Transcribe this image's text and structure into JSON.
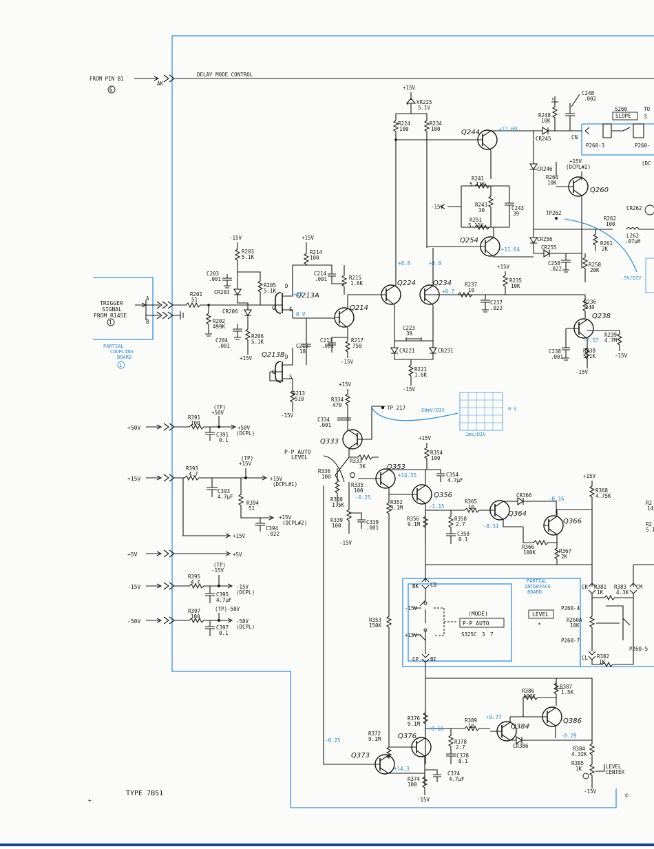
{
  "page": {
    "model": "TYPE 7B51",
    "copyright_mark": "©"
  },
  "inputs": {
    "from_pin": "FROM PIN B1",
    "from_pin_num": "6",
    "pin_ak": "AK",
    "delay_mode": "DELAY MODE CONTROL",
    "trigger": [
      "TRIGGER",
      "SIGNAL",
      "FROM R145E"
    ],
    "trigger_num": "1",
    "partial_coupling": [
      "PARTIAL",
      "COUPLING",
      "BOARD"
    ],
    "partial_coupling_num": "1",
    "pin_a": "A",
    "pin_b": "B"
  },
  "supplies": {
    "p50": "+50V",
    "p15": "+15V",
    "p5": "+5V",
    "m15": "-15V",
    "m50": "-50V",
    "p50_out": "+50V",
    "p50_dcpl": "(DCPL)",
    "p50_tp": "(TP)",
    "p50_tp_v": "+50V",
    "p15_tp": "(TP)",
    "p15_tp_v": "+15V",
    "p15_out1": "+15V",
    "p15_dcpl1": "(DCPL#1)",
    "p15_out2": "+15V",
    "p15_dcpl2": "(DCPL#2)",
    "p15_plain": "+15V",
    "p5_out": "+5V",
    "m15_tp": "(TP)",
    "m15_tp_v": "-15V",
    "m15_out": "-15V",
    "m15_dcpl": "(DCPL)",
    "m50_tp": "(TP)-50V",
    "m50_out": "-50V",
    "m50_dcpl": "(DCPL)"
  },
  "components": {
    "R201": [
      "R201",
      "51"
    ],
    "R202": [
      "R202",
      "499K"
    ],
    "R203": [
      "R203",
      "5.1K"
    ],
    "R205": [
      "R205",
      "5.1K"
    ],
    "R206": [
      "R206",
      "5.1K"
    ],
    "R213": [
      "R213",
      "510"
    ],
    "R214": [
      "R214",
      "100"
    ],
    "R215": [
      "R215",
      "1.6K"
    ],
    "R217": [
      "R217",
      "750"
    ],
    "C203": [
      "C203",
      ".001"
    ],
    "C204": [
      "C204",
      ".001"
    ],
    "C214": [
      "C214",
      ".001"
    ],
    "C215": [
      "C215",
      "18"
    ],
    "C217": [
      "C217",
      ".001"
    ],
    "CR203": "CR203",
    "CR206": "CR206",
    "R224": [
      "R224",
      "100"
    ],
    "R234": [
      "R234",
      "100"
    ],
    "VR225": [
      "VR225",
      "5.1V"
    ],
    "R221": [
      "R221",
      "1.6K"
    ],
    "C223": [
      "C223",
      "39"
    ],
    "CR221": "CR221",
    "CR231": "CR231",
    "R237": [
      "R237",
      "10"
    ],
    "C237": [
      "C237",
      ".022"
    ],
    "R235": [
      "R235",
      "10K"
    ],
    "R236": [
      "R236",
      "240"
    ],
    "R238": [
      "R238",
      "5.1K"
    ],
    "R239": [
      "R239",
      "4.7M"
    ],
    "C238": [
      "C238",
      ".001"
    ],
    "R241": [
      "R241",
      "5.11K"
    ],
    "R243": [
      "R243",
      "30"
    ],
    "R251": [
      "R251",
      "5.11K"
    ],
    "C243": [
      "C243",
      "39"
    ],
    "R248": [
      "R248",
      "10K"
    ],
    "C248": [
      "C248",
      ".002"
    ],
    "CR245": "CR245",
    "CR246": "CR246",
    "R260": [
      "R260",
      "10K"
    ],
    "CR256": "CR256",
    "CR255": "CR255",
    "C258": [
      "C258",
      ".022"
    ],
    "R258": [
      "R258",
      "20K"
    ],
    "R261": [
      "R261",
      "2K"
    ],
    "R262": [
      "R262",
      "100"
    ],
    "L262": [
      "L262",
      ".07µH"
    ],
    "TP262": "TP262",
    "CR262": "CR262",
    "R334": [
      "R334",
      "470"
    ],
    "C334": [
      "C334",
      ".001"
    ],
    "R333": [
      "R333",
      "3K"
    ],
    "R336": [
      "R336",
      "100"
    ],
    "R335": [
      "R335",
      "100"
    ],
    "R338": [
      "R338",
      "1.5K"
    ],
    "R339": [
      "R339",
      "100"
    ],
    "C339": [
      "C339",
      ".001"
    ],
    "R352": [
      "R352",
      "9.1M"
    ],
    "R354": [
      "R354",
      "100"
    ],
    "C354": [
      "C354",
      "4.7µF"
    ],
    "R356": [
      "R356",
      "9.1M"
    ],
    "R358": [
      "R358",
      "2.7"
    ],
    "C358": [
      "C358",
      "0.1"
    ],
    "R365": [
      "R365",
      "10"
    ],
    "CR366": "CR366",
    "R366": [
      "R366",
      "100K"
    ],
    "R367": [
      "R367",
      "2K"
    ],
    "R368": [
      "R368",
      "4.75K"
    ],
    "R391": [
      "R391",
      "100"
    ],
    "C391": [
      "C391",
      "0.1"
    ],
    "R393": [
      "R393",
      "4.7"
    ],
    "C393": [
      "C393",
      "4.7µF"
    ],
    "R394": [
      "R394",
      "51"
    ],
    "C394": [
      "C394",
      ".022"
    ],
    "R395": [
      "R395",
      "4.7"
    ],
    "C395": [
      "C395",
      "4.7µF"
    ],
    "R397": [
      "R397",
      "100"
    ],
    "C397": [
      "C397",
      "0.1"
    ],
    "R353": [
      "R353",
      "150K"
    ],
    "R381": [
      "R381",
      "1K"
    ],
    "R383": [
      "R383",
      "4.3K"
    ],
    "R382": [
      "R382",
      "1K"
    ],
    "R260A": [
      "R260A",
      "10K"
    ],
    "R386": [
      "R386",
      "100K"
    ],
    "R387": [
      "R387",
      "1.5K"
    ],
    "R389": [
      "R389",
      "10"
    ],
    "R376": [
      "R376",
      "9.1M"
    ],
    "R372": [
      "R372",
      "9.1M"
    ],
    "R378": [
      "R378",
      "2.7"
    ],
    "C378": [
      "C378",
      "0.1"
    ],
    "C374": [
      "C374",
      "4.7µF"
    ],
    "R374": [
      "R374",
      "100"
    ],
    "CR386": "CR386",
    "R384": [
      "R384",
      "4.32K"
    ],
    "R385": [
      "R385",
      "1K"
    ]
  },
  "transistors": {
    "Q213A": "Q213A",
    "Q213B": "Q213B",
    "Q214": "Q214",
    "Q224": "Q224",
    "Q234": "Q234",
    "Q238": "Q238",
    "Q244": "Q244",
    "Q254": "Q254",
    "Q260": "Q260",
    "Q333": "Q333",
    "Q353": "Q353",
    "Q356": "Q356",
    "Q364": "Q364",
    "Q366": "Q366",
    "Q373": "Q373",
    "Q376": "Q376",
    "Q384": "Q384",
    "Q386": "Q386"
  },
  "voltages": {
    "v_p13": "+13",
    "v_0": "0 V",
    "v_88a": "+8.8",
    "v_88b": "+8.8",
    "v_07": "+0.7",
    "v_1269": "+12.69",
    "v_1164": "+11.64",
    "v_757": "-7.57",
    "v_1435": "+14.35",
    "v_025a": "-0.25",
    "v_115": "-1.15",
    "v_831": "-8.31",
    "v_016": "-0.16",
    "v_066": "+0.66",
    "v_977": "+9.77",
    "v_029": "-0.29",
    "v_143": "+14.3",
    "v_025b": "-0.25",
    "scope1": "50mV/DIV",
    "scope1_gnd": "0 V",
    "scope1_time": "1ms/DIV",
    "scope2": ".5V/DIV"
  },
  "labels": {
    "p15v": "+15V",
    "m15v": "-15V",
    "dcpl2": "(DCPL#2)",
    "tp217": "TP 217",
    "pp_auto": [
      "P-P AUTO",
      "LEVEL"
    ],
    "mode": "(MODE)",
    "pp_auto_box": "P-P AUTO",
    "s325c": "S325C",
    "s325c_n1": "3",
    "s325c_n2": "7",
    "partial_interface": [
      "PARTIAL",
      "INTERFACE",
      "BOARD"
    ],
    "level": "LEVEL",
    "level_center": [
      "LEVEL",
      "CENTER"
    ],
    "bk": "BK",
    "cd": "CD",
    "cp": "CP",
    "bi": "BI",
    "ck": "CK",
    "cm": "CM",
    "cl": "CL",
    "cn": "CN",
    "p2604": "P260-4",
    "p2607": "P260-7",
    "p2605": "P260-5",
    "p2603": "P260-3",
    "p260x": "P260-",
    "s260": "S260",
    "slope": "SLOPE",
    "to": "TO",
    "to_num": "3",
    "s": "S",
    "g": "G",
    "d": "D",
    "edge_r1": "R2",
    "edge_r1b": "14",
    "edge_r2": "R2",
    "edge_r2b": "5.1",
    "edge_dc": "(DC"
  }
}
